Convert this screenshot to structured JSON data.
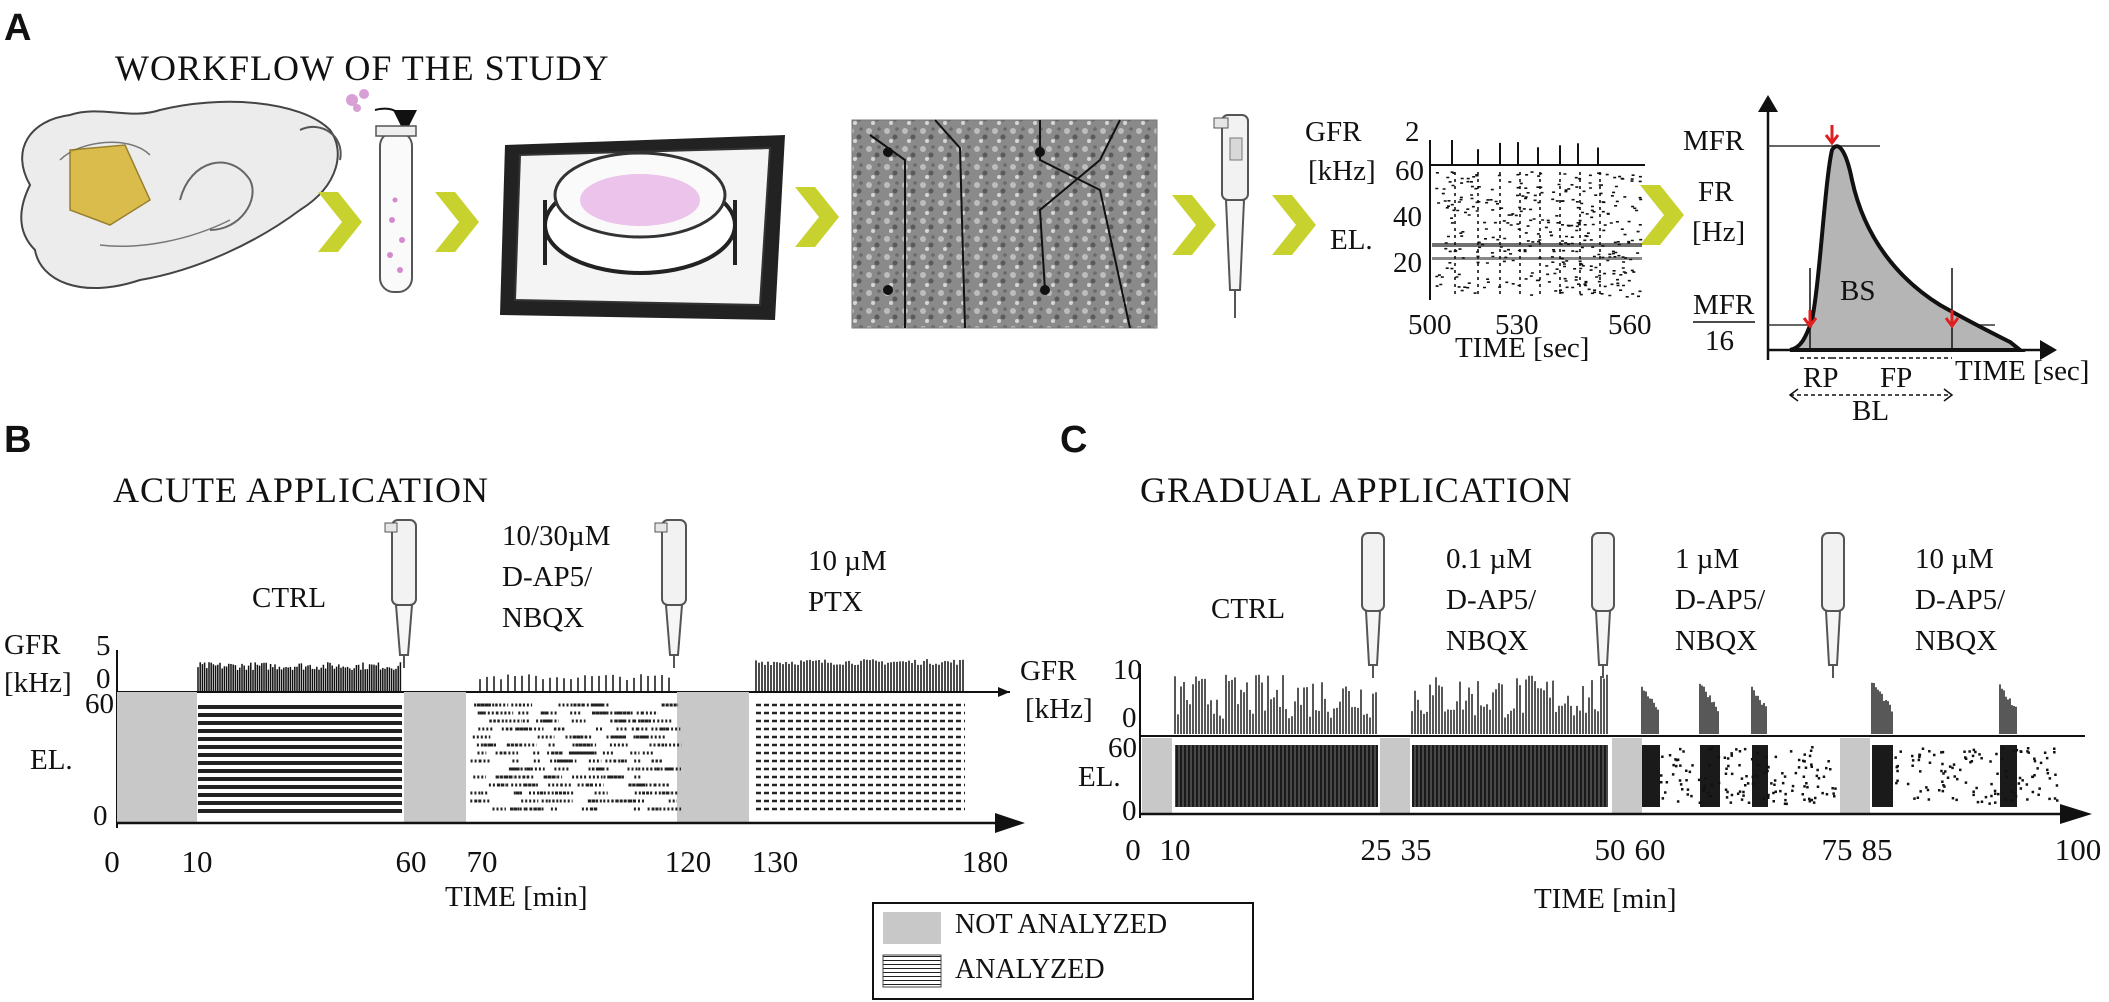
{
  "panel_a": {
    "letter": "A",
    "title": "WORKFLOW OF THE STUDY",
    "raster": {
      "gfr_label": "GFR",
      "gfr_unit": "[kHz]",
      "gfr_tick_top": "2",
      "gfr_tick_bottom": "60",
      "el_label": "EL.",
      "el_ticks": [
        "40",
        "20"
      ],
      "x_ticks": [
        "500",
        "530",
        "560"
      ],
      "x_label": "TIME [sec]"
    },
    "burst": {
      "mfr": "MFR",
      "fr": "FR",
      "fr_unit": "[Hz]",
      "mfr16_num": "MFR",
      "mfr16_den": "16",
      "bs": "BS",
      "rp": "RP",
      "fp": "FP",
      "bl": "BL",
      "x_label": "TIME [sec]"
    }
  },
  "panel_b": {
    "letter": "B",
    "title": "ACUTE  APPLICATION",
    "conditions": [
      "CTRL",
      "10/30µM",
      "D-AP5/",
      "NBQX",
      "10 µM",
      "PTX"
    ],
    "gfr_label": "GFR",
    "gfr_unit": "[kHz]",
    "gfr_ticks": [
      "5",
      "0"
    ],
    "el_label": "EL.",
    "el_ticks": [
      "60",
      "0"
    ],
    "x_ticks": [
      "0",
      "10",
      "60",
      "70",
      "120",
      "130",
      "180"
    ],
    "x_label": "TIME [min]"
  },
  "panel_c": {
    "letter": "C",
    "title": "GRADUAL  APPLICATION",
    "conditions": [
      "CTRL",
      "0.1 µM",
      "D-AP5/",
      "NBQX",
      "1 µM",
      "D-AP5/",
      "NBQX",
      "10 µM",
      "D-AP5/",
      "NBQX"
    ],
    "gfr_label": "GFR",
    "gfr_unit": "[kHz]",
    "gfr_ticks": [
      "10",
      "0"
    ],
    "el_label": "EL.",
    "el_ticks": [
      "60",
      "0"
    ],
    "x_ticks": [
      "0",
      "10",
      "25",
      "35",
      "50",
      "60",
      "75",
      "85",
      "100"
    ],
    "x_label": "TIME [min]"
  },
  "legend": {
    "not_analyzed": "NOT ANALYZED",
    "analyzed": "ANALYZED"
  },
  "colors": {
    "arrow_green": "#c8d22e",
    "not_analyzed_gray": "#c8c8c8",
    "burst_fill": "#b5b5b5",
    "marker_red": "#e02020",
    "brain_highlight": "#d7b431"
  }
}
